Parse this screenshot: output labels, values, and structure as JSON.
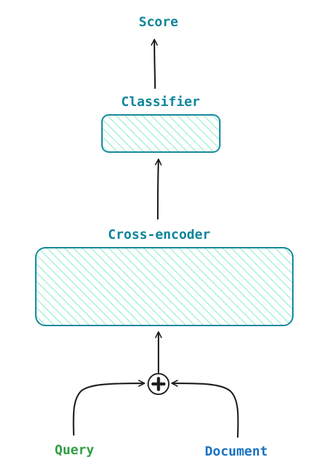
{
  "labels": {
    "score": "Score",
    "classifier": "Classifier",
    "cross_encoder": "Cross-encoder",
    "query": "Query",
    "document": "Document"
  },
  "colors": {
    "teal_text": "#0c8599",
    "box_stroke": "#0c8599",
    "hatch": "#63e6be",
    "green_text": "#2f9e44",
    "blue_text": "#1971c2",
    "arrow": "#1e1e1e"
  },
  "icons": {
    "combine": "plus-circle-icon"
  }
}
